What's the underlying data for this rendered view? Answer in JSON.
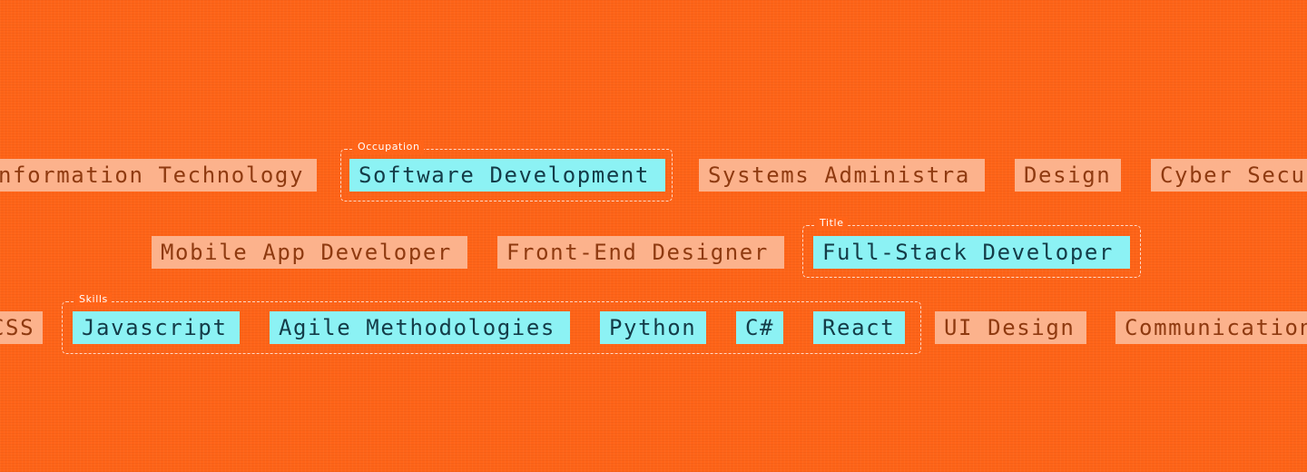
{
  "rows": {
    "row1": [
      "nformation Technology",
      "Software Development",
      "Systems Administra",
      "Design",
      "Cyber Secu"
    ],
    "row2": [
      "Mobile App Developer",
      "Front-End Designer",
      "Full-Stack Developer"
    ],
    "row3": [
      "CSS",
      "Javascript",
      "Agile Methodologies",
      "Python",
      "C#",
      "React",
      "UI Design",
      "Communication"
    ]
  },
  "groups": {
    "occupation": "Occupation",
    "title": "Title",
    "skills": "Skills"
  },
  "colors": {
    "background": "#ff6418",
    "tag_muted_bg": "#fcb28c",
    "tag_muted_text": "#8f3a10",
    "tag_active_bg": "#8cf2f4",
    "tag_active_text": "#143c48"
  }
}
